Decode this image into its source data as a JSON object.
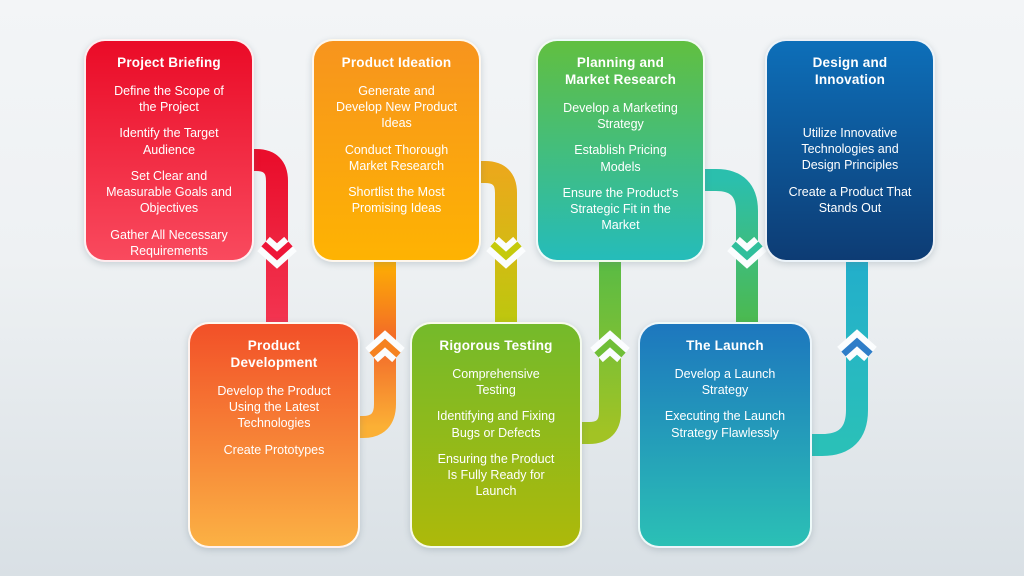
{
  "background": {
    "top": "#f3f5f7",
    "bottom": "#d9e0e5"
  },
  "cards": [
    {
      "id": "project-briefing",
      "title": "Project Briefing",
      "items": [
        "Define the Scope of the Project",
        "Identify the Target Audience",
        "Set Clear and Measurable Goals and Objectives",
        "Gather All Necessary Requirements"
      ],
      "color_top": "#ea0b27",
      "color_bottom": "#f94a5e"
    },
    {
      "id": "product-ideation",
      "title": "Product Ideation",
      "items": [
        "Generate and Develop New Product Ideas",
        "Conduct Thorough Market Research",
        "Shortlist the Most Promising Ideas"
      ],
      "color_top": "#f7941e",
      "color_bottom": "#feb302"
    },
    {
      "id": "planning-and-market-research",
      "title": "Planning and Market Research",
      "items": [
        "Develop a Marketing Strategy",
        "Establish Pricing Models",
        "Ensure the Product's Strategic Fit in the Market"
      ],
      "color_top": "#61bf40",
      "color_bottom": "#25bcba"
    },
    {
      "id": "design-and-innovation",
      "title": "Design and Innovation",
      "items": [
        "Utilize Innovative Technologies and Design Principles",
        "Create a Product That Stands Out"
      ],
      "color_top": "#0d6fb9",
      "color_bottom": "#0d3c74"
    },
    {
      "id": "product-development",
      "title": "Product Development",
      "items": [
        "Develop the Product Using the Latest Technologies",
        "Create Prototypes"
      ],
      "color_top": "#f25028",
      "color_bottom": "#fbb144"
    },
    {
      "id": "rigorous-testing",
      "title": "Rigorous Testing",
      "items": [
        "Comprehensive Testing",
        "Identifying and Fixing Bugs or Defects",
        "Ensuring the Product Is Fully Ready for Launch"
      ],
      "color_top": "#74ba2b",
      "color_bottom": "#adb90a"
    },
    {
      "id": "the-launch",
      "title": "The Launch",
      "items": [
        "Develop a Launch Strategy",
        "Executing the Launch Strategy Flawlessly"
      ],
      "color_top": "#1d77be",
      "color_bottom": "#2bc0b5"
    }
  ],
  "connectors": [
    {
      "from": "project-briefing",
      "to": "product-development",
      "direction": "down",
      "color_start": "#ea0e2c",
      "color_mid": "#ee2440",
      "color_end": "#f43753",
      "chevron_color": "#ee1638"
    },
    {
      "from": "product-development",
      "to": "product-ideation",
      "direction": "up",
      "color_start": "#fbb035",
      "color_mid": "#f2672a",
      "color_end": "#feb201",
      "chevron_color": "#f58220"
    },
    {
      "from": "product-ideation",
      "to": "rigorous-testing",
      "direction": "down",
      "color_start": "#eaa91b",
      "color_mid": "#d3bb14",
      "color_end": "#b9c90d",
      "chevron_color": "#c5ca0c"
    },
    {
      "from": "rigorous-testing",
      "to": "planning-and-market-research",
      "direction": "up",
      "color_start": "#a2c324",
      "color_mid": "#7cc035",
      "color_end": "#58bb45",
      "chevron_color": "#6fbe37"
    },
    {
      "from": "planning-and-market-research",
      "to": "the-launch",
      "direction": "down",
      "color_start": "#2bbfad",
      "color_mid": "#3fbc7a",
      "color_end": "#4eb947",
      "chevron_color": "#30bf9c"
    },
    {
      "from": "the-launch",
      "to": "design-and-innovation",
      "direction": "up",
      "color_start": "#2ac0b8",
      "color_mid": "#27b7c3",
      "color_end": "#22aecb",
      "chevron_color": "#2e7dc8"
    }
  ]
}
